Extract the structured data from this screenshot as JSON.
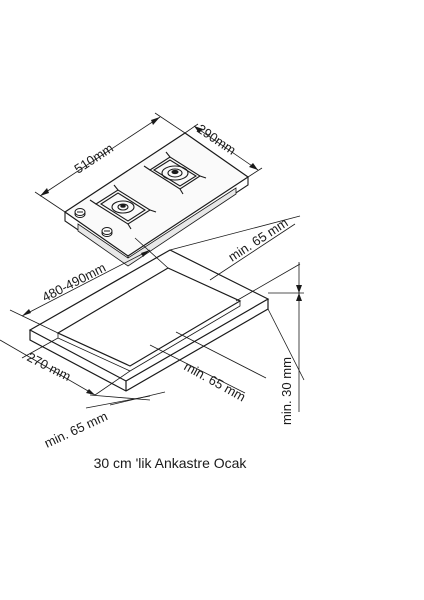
{
  "dimensions": {
    "hob_length": "510mm",
    "hob_depth": "290mm",
    "cutout_length": "480-490mm",
    "cutout_depth": "270 mm",
    "min_back": "min. 65 mm",
    "min_side": "min. 65 mm",
    "min_front": "min. 65 mm",
    "min_below": "min. 30 mm"
  },
  "caption": "30 cm 'lik Ankastre Ocak"
}
